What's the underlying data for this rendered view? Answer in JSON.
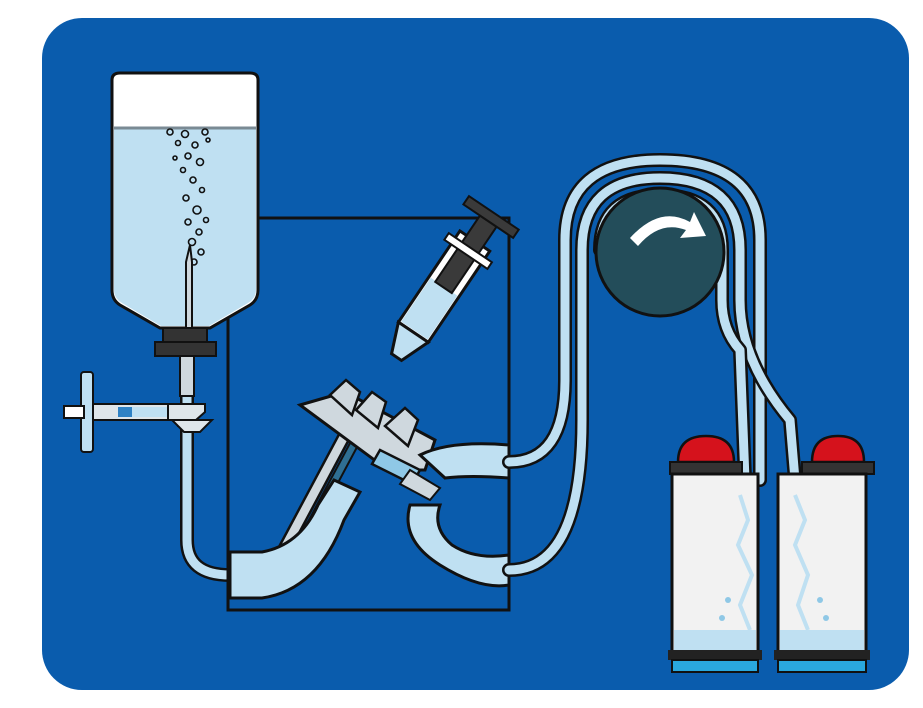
{
  "colors": {
    "panel_blue": "#0a5cad",
    "outline": "#111111",
    "fluid_light": "#bfe0f2",
    "fluid_mid": "#8fc8e6",
    "pump_rotor": "#234d5a",
    "cap_red": "#d5121c",
    "canister_white": "#f2f2f2",
    "canister_base": "#2aa8de",
    "arrow_white": "#ffffff"
  },
  "diagram": {
    "components": [
      {
        "id": "irrigation-bottle",
        "icon": "fluid-bottle-with-bubbles"
      },
      {
        "id": "bottle-cap",
        "icon": "bottle-cap"
      },
      {
        "id": "stopcock-syringe",
        "icon": "syringe-with-stopcock"
      },
      {
        "id": "surgical-field-box",
        "icon": "outline-frame"
      },
      {
        "id": "instrument-syringe",
        "icon": "plunger-syringe"
      },
      {
        "id": "phaco-handpiece",
        "icon": "handpiece"
      },
      {
        "id": "peristaltic-pump",
        "icon": "pump-rotor",
        "rotation": "clockwise"
      },
      {
        "id": "collection-canister-left",
        "icon": "canister-red-cap"
      },
      {
        "id": "collection-canister-right",
        "icon": "canister-red-cap"
      }
    ]
  }
}
